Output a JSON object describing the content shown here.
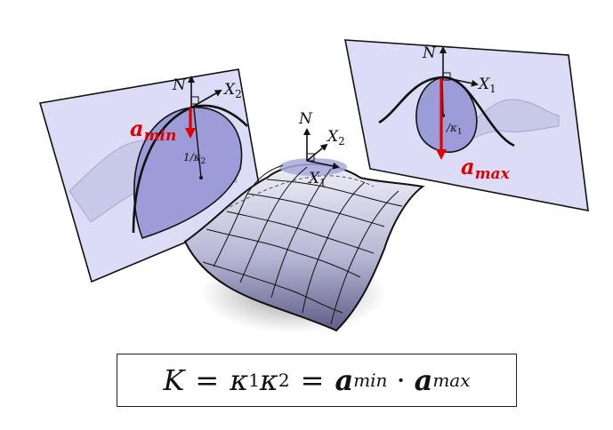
{
  "labels": {
    "left": {
      "normal": "N",
      "x2": "X",
      "x2_sub": "2",
      "radius": "1/κ",
      "radius_sub": "2",
      "a_base": "a",
      "a_sub": "min"
    },
    "center": {
      "normal": "N",
      "x1": "X",
      "x1_sub": "1",
      "x2": "X",
      "x2_sub": "2"
    },
    "right": {
      "normal": "N",
      "x1": "X",
      "x1_sub": "1",
      "radius": "/κ",
      "radius_sub": "1",
      "a_base": "a",
      "a_sub": "max"
    }
  },
  "formula": {
    "K": "K",
    "eq1": "=",
    "kappa1": "κ",
    "kappa1_sub": "1",
    "kappa2": "κ",
    "kappa2_sub": "2",
    "eq2": "=",
    "a1": "a",
    "a1_sub": "min",
    "dot": "·",
    "a2": "a",
    "a2_sub": "max"
  },
  "colors": {
    "plane": "#d8d8f6",
    "disc": "#9a9ad6",
    "arrow": "#e00000",
    "surface_top": "#e9e9f6",
    "surface_bottom": "#6a6a94"
  }
}
